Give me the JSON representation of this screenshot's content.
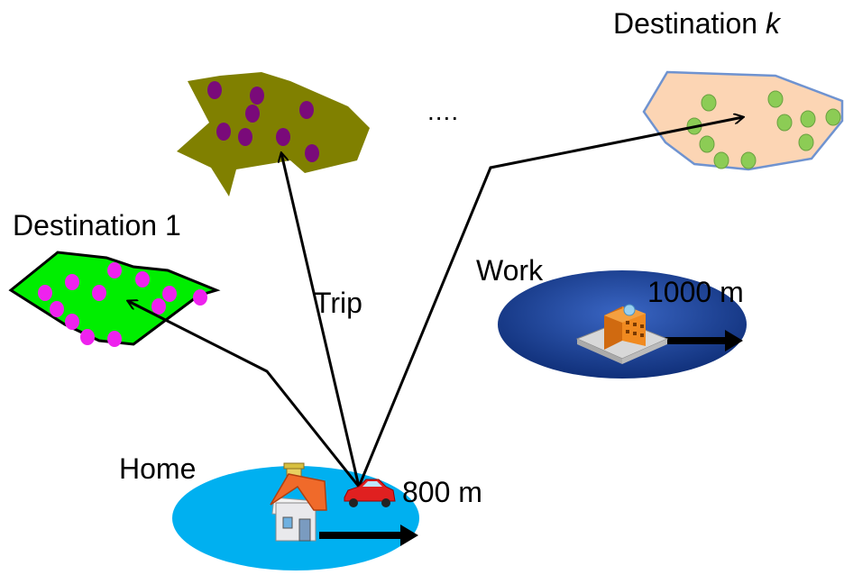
{
  "labels": {
    "destination_1": "Destination 1",
    "destination_k_prefix": "Destination ",
    "destination_k_var": "k",
    "ellipsis": "....",
    "trip": "Trip",
    "work": "Work",
    "home": "Home",
    "home_radius": "800 m",
    "work_radius": "1000 m"
  },
  "colors": {
    "destination_1_fill": "#00ee00",
    "destination_1_points": "#ee22ee",
    "middle_destination_fill": "#808000",
    "middle_destination_points": "#7a0a7a",
    "destination_k_fill": "#fcd5b4",
    "destination_k_stroke": "#6f93d0",
    "destination_k_points": "#8ccc55",
    "home_zone": "#00b0f0",
    "work_zone": "#1f4aa0",
    "arrow": "#000000"
  },
  "icons": {
    "home": "house-icon",
    "car": "car-icon",
    "work": "office-building-icon"
  }
}
